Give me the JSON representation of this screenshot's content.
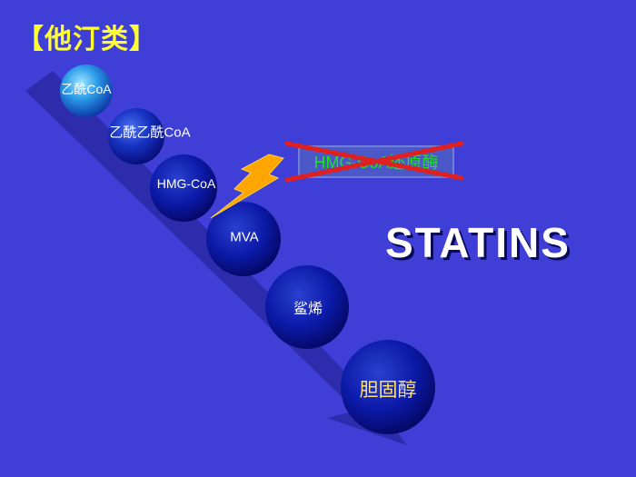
{
  "slide": {
    "title": "【他汀类】",
    "statins_label": "STATINS",
    "enzyme_label": "HMG-CoA还原酶",
    "pathway": [
      {
        "label": "乙酰CoA",
        "color": "#ffffff"
      },
      {
        "label": "乙酰乙酰CoA",
        "color": "#ffffff"
      },
      {
        "label": "HMG-CoA",
        "color": "#ffffff"
      },
      {
        "label": "MVA",
        "color": "#ffffff"
      },
      {
        "label": "鲨烯",
        "color": "#ffffff"
      },
      {
        "label": "胆固醇",
        "color": "#ffe070"
      }
    ]
  },
  "colors": {
    "background": "#3f3fd8",
    "title": "#ffff33",
    "enzyme_text": "#22e020",
    "cross": "#e02020",
    "lightning": "#ffa500"
  },
  "icons": {
    "inhibition_mark": "lightning-bolt-icon",
    "blocked_mark": "red-cross-icon"
  }
}
